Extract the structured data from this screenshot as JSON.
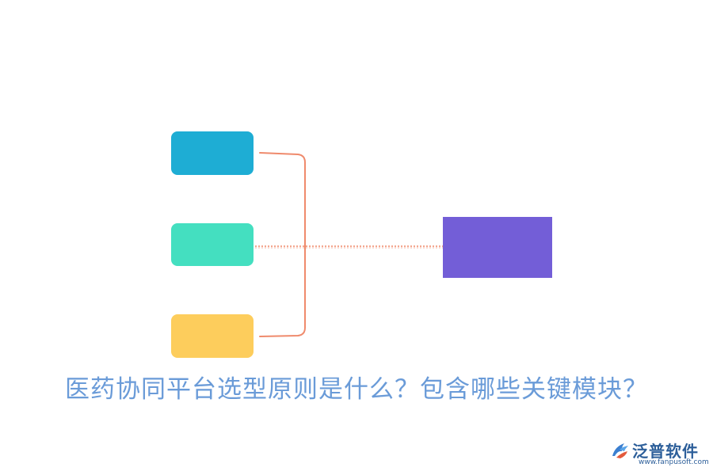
{
  "diagram": {
    "title": "医药协同平台选型原则是什么？包含哪些关键模块？",
    "title_color": "#6a9bd8",
    "nodes": [
      {
        "id": "blue",
        "color": "#1ead d4",
        "label": ""
      },
      {
        "id": "green",
        "color": "#44dfc0",
        "label": ""
      },
      {
        "id": "yellow",
        "color": "#fdcd5c",
        "label": ""
      },
      {
        "id": "purple",
        "color": "#735ed7",
        "label": ""
      }
    ],
    "connector_color": "#ef8a6c"
  },
  "logo": {
    "name": "泛普软件",
    "url": "www.fanpusoft.com",
    "name_color": "#2d5f9a",
    "url_color": "#2d5f9a",
    "mark_icon": "fanpu-logo-icon"
  }
}
